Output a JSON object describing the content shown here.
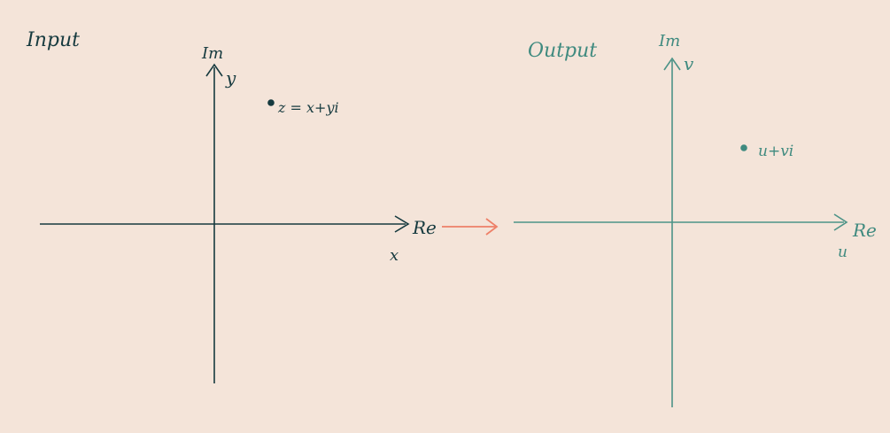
{
  "colors": {
    "background": "#f4e4d9",
    "input_ink": "#163a3f",
    "output_ink": "#3f8a7f",
    "mapping_arrow": "#ee8068"
  },
  "input_plane": {
    "title": "Input",
    "imag_axis_label": "Im",
    "imag_axis_var": "y",
    "real_axis_label": "Re",
    "real_axis_var": "x",
    "point_label": "z = x+yi"
  },
  "output_plane": {
    "title": "Output",
    "imag_axis_label": "Im",
    "imag_axis_var": "v",
    "real_axis_label": "Re",
    "real_axis_var": "u",
    "point_label": "u+vi"
  },
  "mapping_arrow": {
    "icon": "right-arrow-icon"
  }
}
